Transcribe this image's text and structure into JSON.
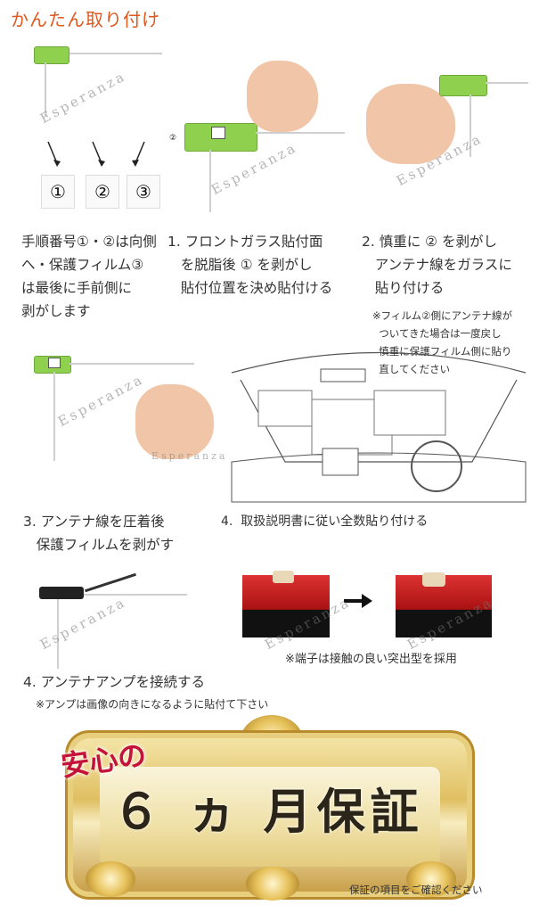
{
  "title": "かんたん取り付け",
  "watermark": "Esperanza",
  "circled": [
    "①",
    "②",
    "③"
  ],
  "steps": {
    "s0": "手順番号①・②は向側\nへ・保護フィルム③\nは最後に手前側に\n剥がします",
    "s1": "1. フロントガラス貼付面\n   を脱脂後 ① を剥がし\n   貼付位置を決め貼付ける",
    "s2": "2. 慎重に ② を剥がし\n   アンテナ線をガラスに\n   貼り付ける",
    "s2note": "※フィルム②側にアンテナ線が\n  ついてきた場合は一度戻し\n  慎重に保護フィルム側に貼り\n  直してください",
    "s3": "3. アンテナ線を圧着後\n   保護フィルムを剥がす",
    "s4a": "4.  取扱説明書に従い全数貼り付ける",
    "s4b": "4. アンテナアンプを接続する",
    "s4bnote": "※アンプは画像の向きになるように貼付て下さい",
    "terminal": "※端子は接触の良い突出型を採用"
  },
  "banner": {
    "anshin": "安心の",
    "headline": "６ ヵ 月保証",
    "footnote": "保証の項目をご確認ください"
  },
  "colors": {
    "accent": "#e0581e",
    "antenna_green": "#8fd14f",
    "banner_gold": "#e0bf62",
    "anshin_red": "#c4123a"
  }
}
